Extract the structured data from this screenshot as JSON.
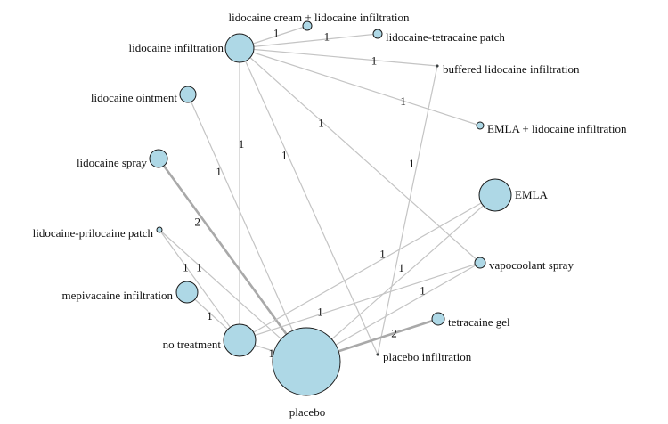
{
  "colors": {
    "node_fill": "#aed8e6",
    "node_stroke": "#1a1a1a",
    "edge": "#c4c4c4",
    "edge_thick": "#a9a9a9",
    "text": "#111111"
  },
  "network": {
    "nodes": [
      {
        "id": "lci",
        "label": "lidocaine cream + lidocaine infiltration"
      },
      {
        "id": "li",
        "label": "lidocaine infiltration"
      },
      {
        "id": "ltp",
        "label": "lidocaine-tetracaine patch"
      },
      {
        "id": "bli",
        "label": "buffered lidocaine infiltration"
      },
      {
        "id": "lo",
        "label": "lidocaine ointment"
      },
      {
        "id": "emli",
        "label": "EMLA + lidocaine infiltration"
      },
      {
        "id": "ls",
        "label": "lidocaine spray"
      },
      {
        "id": "emla",
        "label": "EMLA"
      },
      {
        "id": "lpp",
        "label": "lidocaine-prilocaine patch"
      },
      {
        "id": "vs",
        "label": "vapocoolant spray"
      },
      {
        "id": "mi",
        "label": "mepivacaine infiltration"
      },
      {
        "id": "tg",
        "label": "tetracaine gel"
      },
      {
        "id": "nt",
        "label": "no treatment"
      },
      {
        "id": "pi",
        "label": "placebo infiltration"
      },
      {
        "id": "pl",
        "label": "placebo"
      }
    ],
    "edges": [
      {
        "from": "li",
        "to": "lci",
        "label": "1"
      },
      {
        "from": "li",
        "to": "ltp",
        "label": "1"
      },
      {
        "from": "li",
        "to": "bli",
        "label": "1"
      },
      {
        "from": "li",
        "to": "emli",
        "label": "1"
      },
      {
        "from": "li",
        "to": "vs",
        "label": "1"
      },
      {
        "from": "li",
        "to": "pi",
        "label": "1"
      },
      {
        "from": "li",
        "to": "nt",
        "label": "1"
      },
      {
        "from": "lo",
        "to": "pl",
        "label": "1"
      },
      {
        "from": "ls",
        "to": "pl",
        "label": "2"
      },
      {
        "from": "bli",
        "to": "pi",
        "label": "1"
      },
      {
        "from": "emla",
        "to": "nt",
        "label": "1"
      },
      {
        "from": "emla",
        "to": "pl",
        "label": "1"
      },
      {
        "from": "vs",
        "to": "nt",
        "label": "1"
      },
      {
        "from": "vs",
        "to": "pl",
        "label": "1"
      },
      {
        "from": "lpp",
        "to": "nt",
        "label": "1"
      },
      {
        "from": "lpp",
        "to": "pl",
        "label": "1"
      },
      {
        "from": "mi",
        "to": "nt",
        "label": "1"
      },
      {
        "from": "tg",
        "to": "pl",
        "label": "2"
      },
      {
        "from": "nt",
        "to": "pl",
        "label": "1"
      }
    ]
  }
}
